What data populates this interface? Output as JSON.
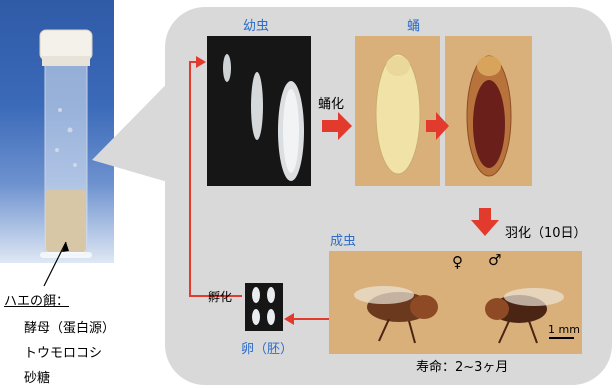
{
  "labels": {
    "larva": "幼虫",
    "pupa": "蛹",
    "pupation": "蛹化",
    "eclosion": "羽化（10日）",
    "adult": "成虫",
    "female_symbol": "♀",
    "male_symbol": "♂",
    "scale_bar": "1 mm",
    "lifespan": "寿命：2~3ヶ月",
    "hatching": "孵化",
    "egg_embryo": "卵（胚）"
  },
  "food": {
    "title": "ハエの餌：",
    "items": [
      "酵母（蛋白源）",
      "トウモロコシ",
      "砂糖"
    ]
  },
  "colors": {
    "panel_bg": "#d9d9d9",
    "arrow_red": "#e33a2e",
    "label_blue": "#2d6cc9",
    "photo_bg_tan": "#d9b07a",
    "photo_bg_dark": "#161616"
  }
}
